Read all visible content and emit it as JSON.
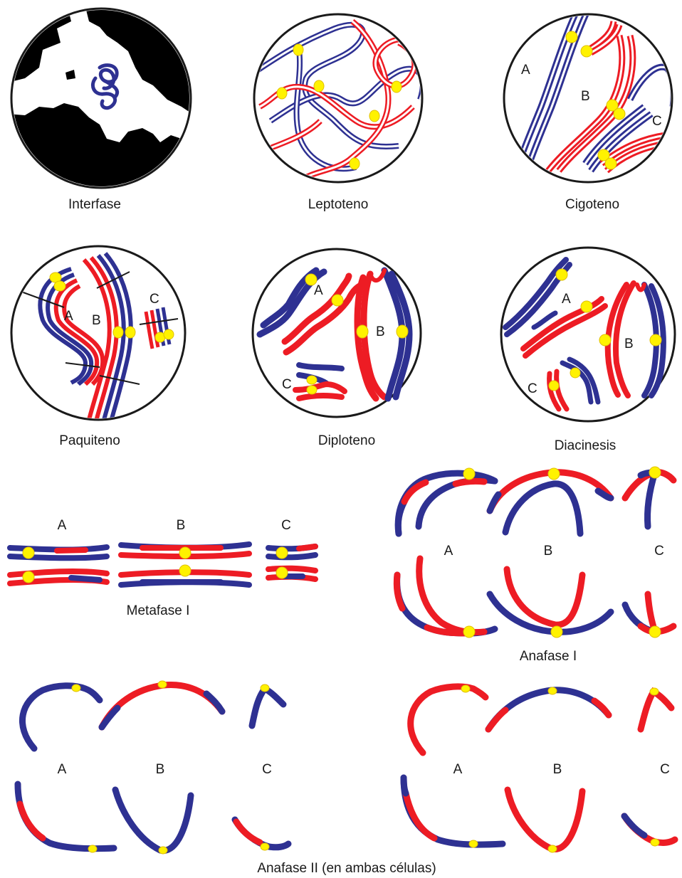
{
  "colors": {
    "blue": "#2e3192",
    "red": "#ed1c24",
    "centromere": "#fff200",
    "outline": "#1a1a1a",
    "background": "#ffffff"
  },
  "stages": {
    "interfase": "Interfase",
    "leptoteno": "Leptoteno",
    "cigoteno": "Cigoteno",
    "paquiteno": "Paquiteno",
    "diploteno": "Diploteno",
    "diacinesis": "Diacinesis",
    "metafase1": "Metafase I",
    "anafase1": "Anafase I",
    "anafase2": "Anafase II (en ambas células)"
  },
  "letters": {
    "a": "A",
    "b": "B",
    "c": "C"
  }
}
